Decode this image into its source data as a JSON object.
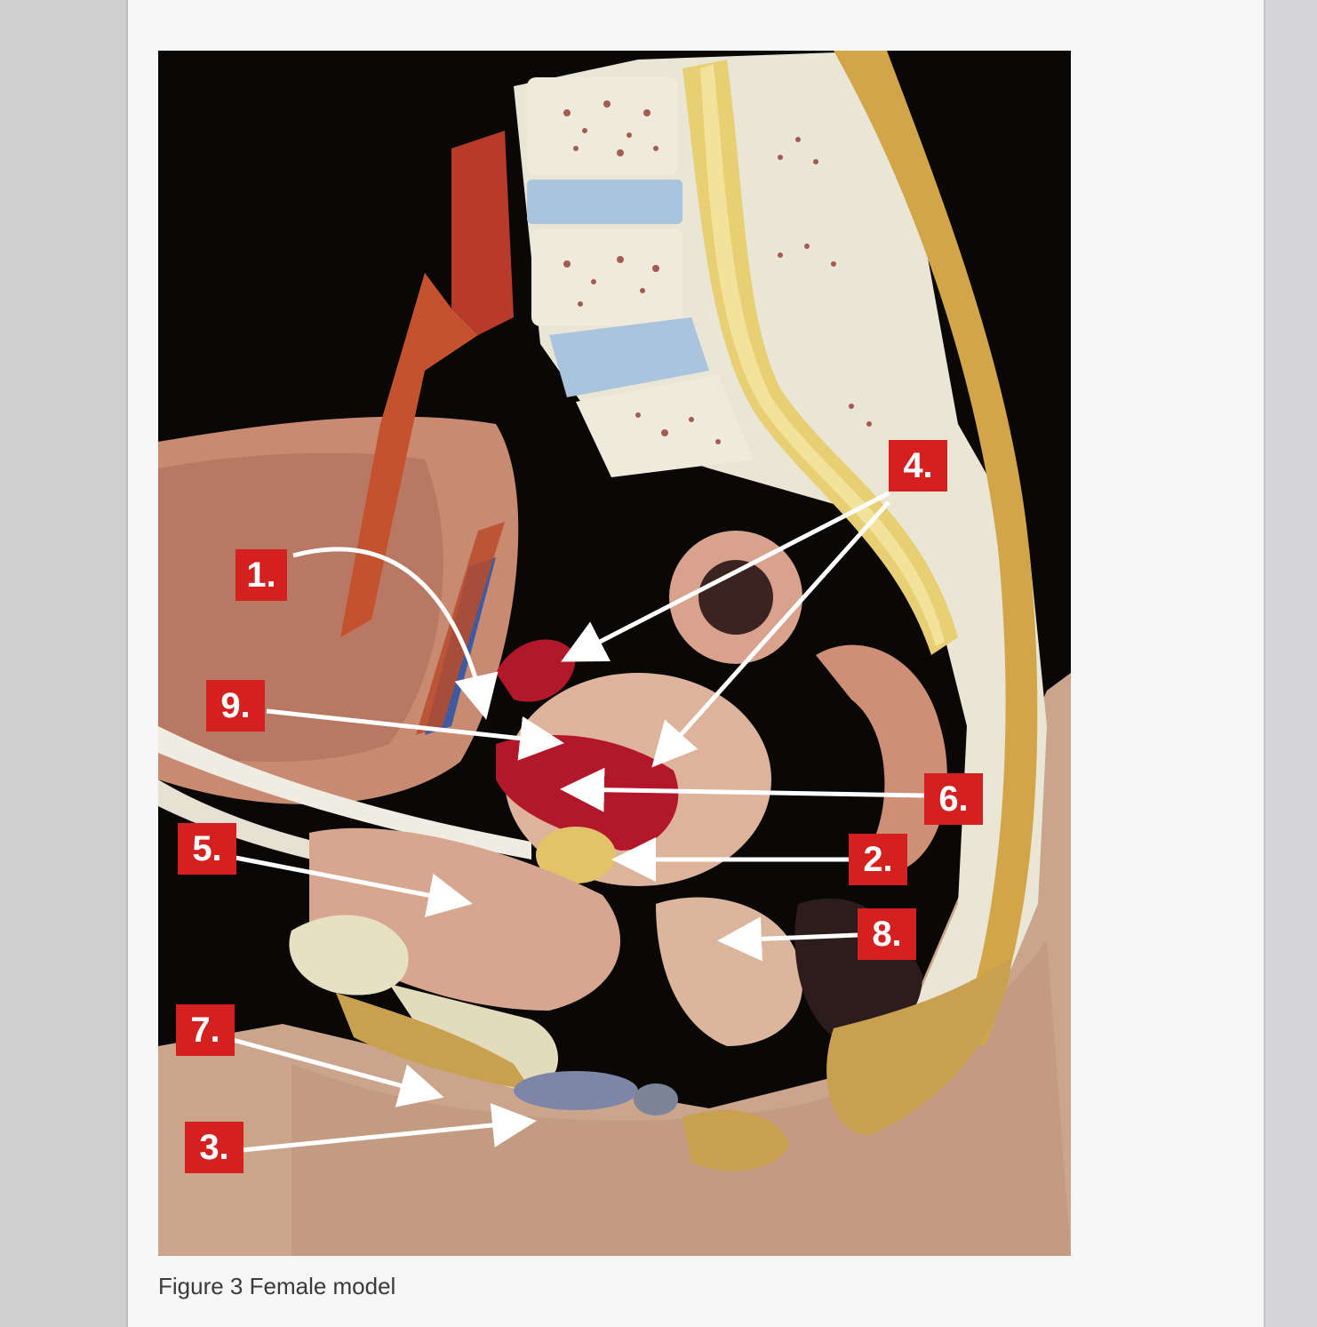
{
  "caption": "Figure 3 Female model",
  "labels": {
    "l1": "1.",
    "l2": "2.",
    "l3": "3.",
    "l4": "4.",
    "l5": "5.",
    "l6": "6.",
    "l7": "7.",
    "l8": "8.",
    "l9": "9."
  },
  "colors": {
    "label_bg": "#d4201f",
    "arrow": "#ffffff",
    "background": "#0a0707"
  }
}
